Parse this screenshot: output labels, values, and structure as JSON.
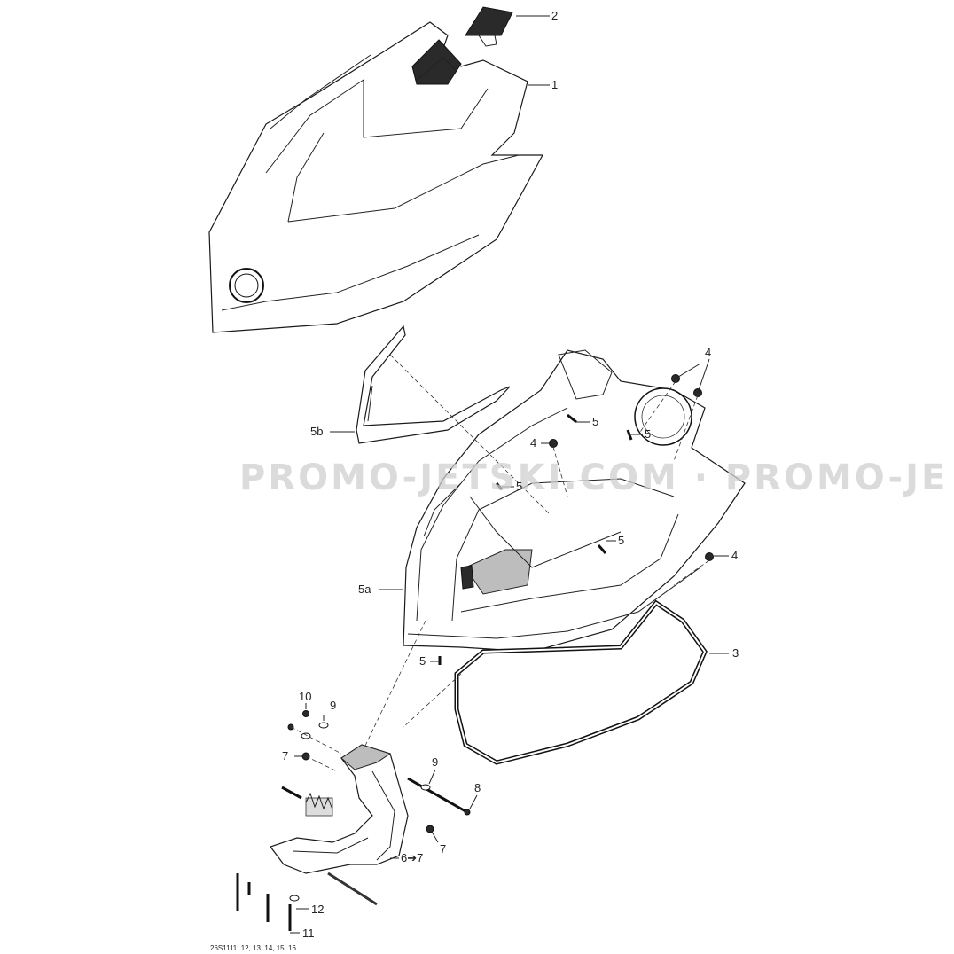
{
  "watermark": "PROMO-JETSKI.COM · PROMO-JE",
  "reference_code": "26S1111, 12, 13, 14, 15, 16",
  "callouts": {
    "c1": "1",
    "c2": "2",
    "c3": "3",
    "c4a": "4",
    "c4b": "4",
    "c4c": "4",
    "c5a": "5",
    "c5b": "5",
    "c5c": "5",
    "c5d": "5",
    "c5e": "5",
    "c5a_label": "5a",
    "c5b_label": "5b",
    "c6": "6➔7",
    "c7a": "7",
    "c7b": "7",
    "c8": "8",
    "c9a": "9",
    "c9b": "9",
    "c10": "10",
    "c11": "11",
    "c12": "12"
  }
}
